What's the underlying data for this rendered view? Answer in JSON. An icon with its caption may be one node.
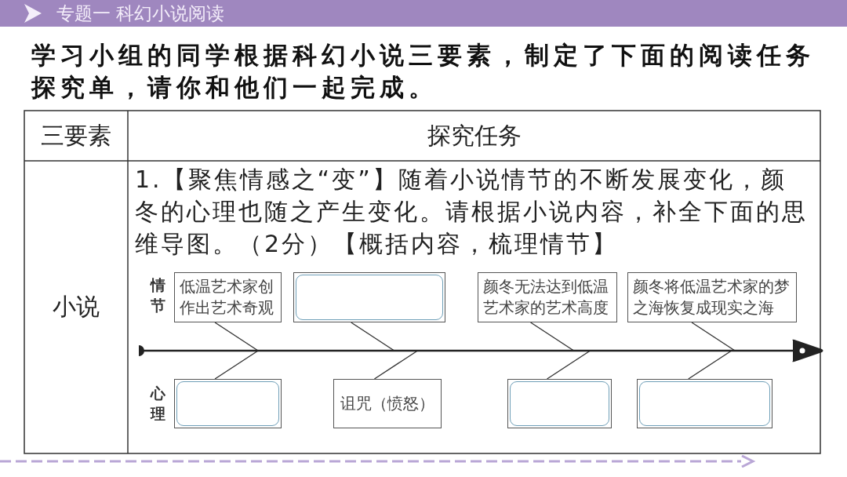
{
  "diagram": {
    "title": "专题一 科幻小说阅读",
    "nodes": [
      {
        "text": [
          "低温艺术家创作出艺术奇观"
        ]
      },
      {
        "text": [],
        "shape": "box"
      },
      {
        "text": [
          "颜冬无法达到低温艺术家的艺术高度"
        ]
      },
      {
        "text": [
          "颜冬将低温艺术家的梦之海恢复成现实之海"
        ]
      },
      {
        "text": [],
        "shape": "box"
      },
      {
        "text": [
          "诅咒（愤怒）"
        ]
      },
      {
        "text": [],
        "shape": "box"
      },
      {
        "text": [],
        "shape": "box"
      },
      {
        "text": [],
        "shape": "line"
      }
    ],
    "edges": [
      {
        "from": 0,
        "to": 8,
        "arrow": "none"
      },
      {
        "from": 1,
        "to": 8,
        "arrow": "none"
      },
      {
        "from": 2,
        "to": 8,
        "arrow": "none"
      },
      {
        "from": 3,
        "to": 8,
        "arrow": "none"
      },
      {
        "from": 4,
        "to": 8,
        "arrow": "none"
      },
      {
        "from": 5,
        "to": 8,
        "arrow": "none"
      },
      {
        "from": 6,
        "to": 8,
        "arrow": "none"
      },
      {
        "from": 7,
        "to": 8,
        "arrow": "none"
      }
    ],
    "labels": [
      "学习小组的同学根据科幻小说三要素，制定了下面的阅读任务探究单，请你和他们一起完成。",
      "三要素",
      "探究任务",
      "小说",
      "1.【聚焦情感之“变”】随着小说情节的不断发展变化，颜冬的心理也随之产生变化。请根据小说内容，补全下面的思维导图。（2分）【概括内容，梳理情节】",
      "情节",
      "心理"
    ]
  }
}
